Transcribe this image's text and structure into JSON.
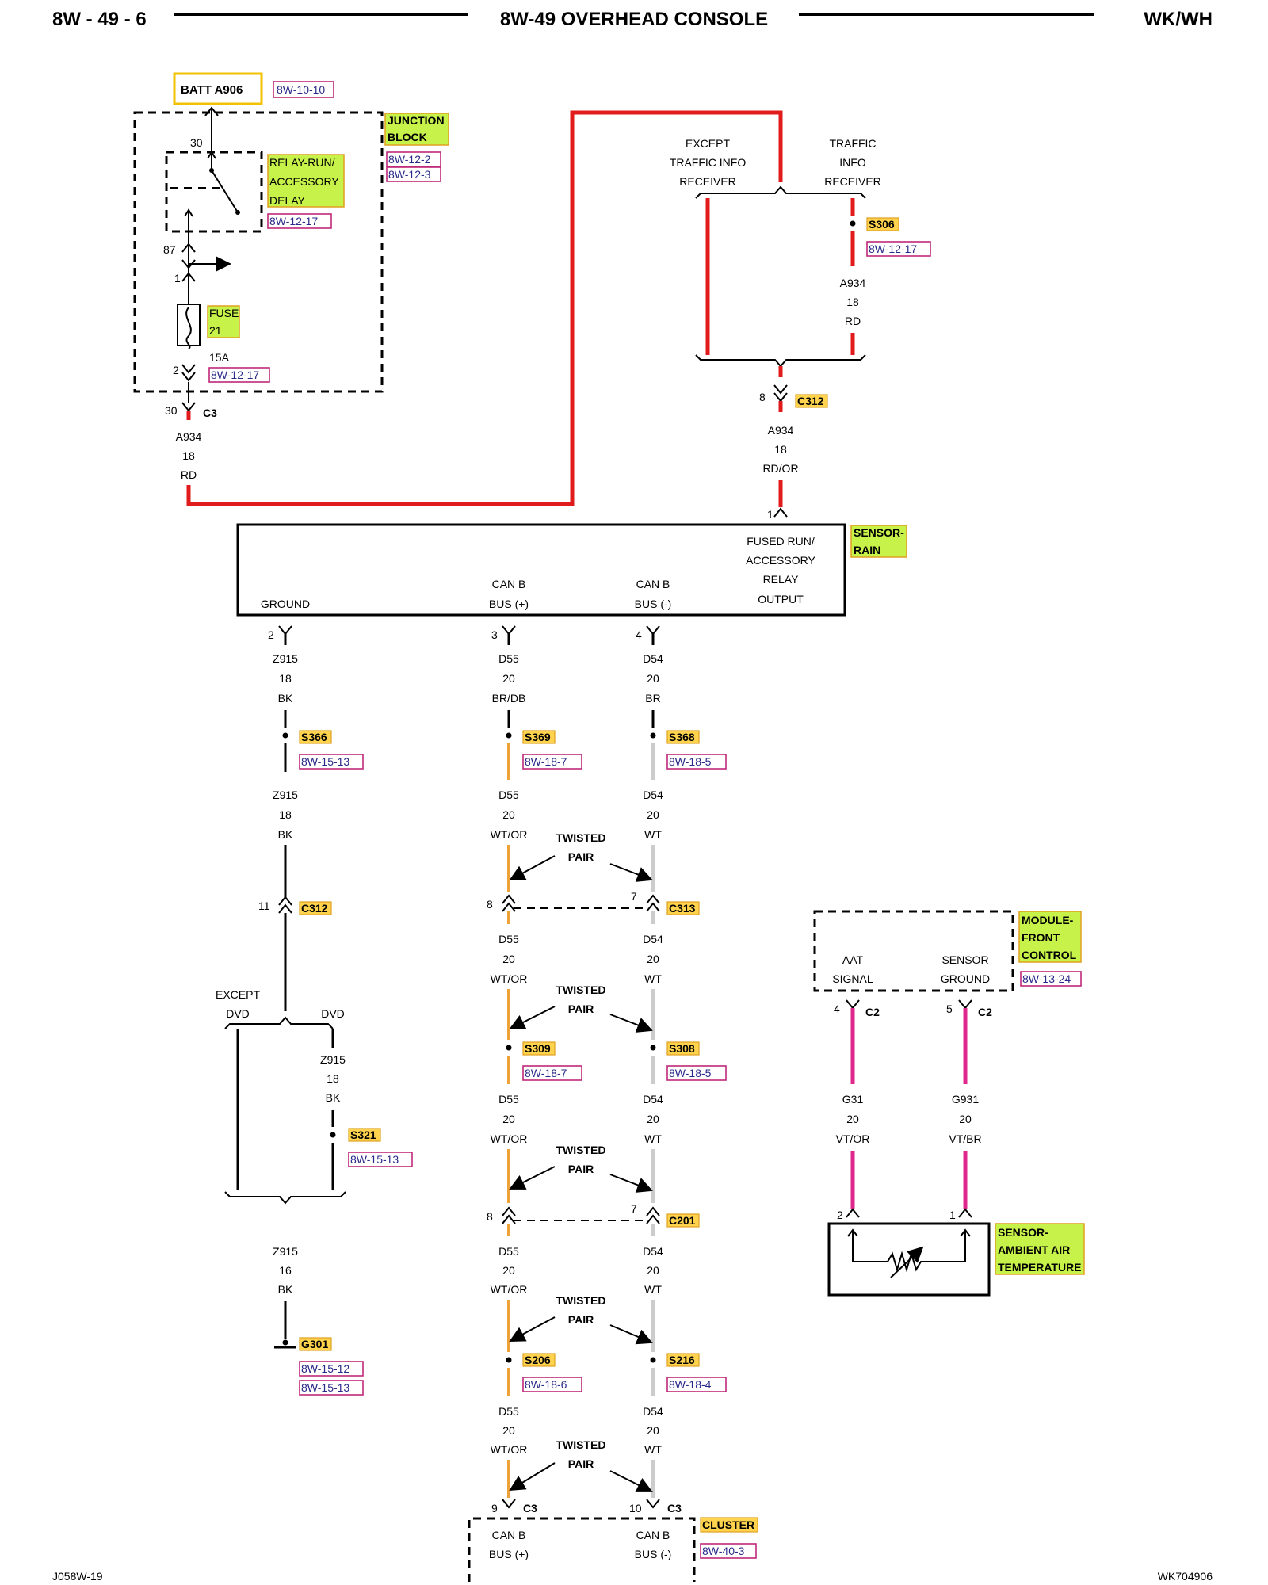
{
  "header": {
    "page_code": "8W - 49 - 6",
    "title": "8W-49 OVERHEAD CONSOLE",
    "model": "WK/WH"
  },
  "footer": {
    "left_code": "J058W-19",
    "right_code": "WK704906"
  },
  "batt": {
    "label": "BATT A906",
    "ref": "8W-10-10"
  },
  "junction_block": {
    "label_line1": "JUNCTION",
    "label_line2": "BLOCK",
    "ref1": "8W-12-2",
    "ref2": "8W-12-3",
    "relay_line1": "RELAY-RUN/",
    "relay_line2": "ACCESSORY",
    "relay_line3": "DELAY",
    "relay_ref": "8W-12-17",
    "pin_30": "30",
    "pin_87": "87",
    "pin_1": "1",
    "fuse_line1": "FUSE",
    "fuse_line2": "21",
    "fuse_rating": "15A",
    "pin_2": "2",
    "fuse_ref": "8W-12-17"
  },
  "c3_out": {
    "pin": "30",
    "conn": "C3",
    "wire": "A934",
    "gauge": "18",
    "color": "RD"
  },
  "traffic": {
    "except_line1": "EXCEPT",
    "except_line2": "TRAFFIC INFO",
    "except_line3": "RECEIVER",
    "traffic_line1": "TRAFFIC",
    "traffic_line2": "INFO",
    "traffic_line3": "RECEIVER",
    "splice": "S306",
    "splice_ref": "8W-12-17",
    "wire": "A934",
    "gauge": "18",
    "color": "RD"
  },
  "c312_top": {
    "pin": "8",
    "conn": "C312",
    "wire": "A934",
    "gauge": "18",
    "color": "RD/OR",
    "pin_in": "1"
  },
  "sensor_rain": {
    "label_line1": "SENSOR-",
    "label_line2": "RAIN",
    "ground": "GROUND",
    "canb_plus_line1": "CAN B",
    "canb_plus_line2": "BUS (+)",
    "canb_minus_line1": "CAN B",
    "canb_minus_line2": "BUS (-)",
    "fused_line1": "FUSED RUN/",
    "fused_line2": "ACCESSORY",
    "fused_line3": "RELAY",
    "fused_line4": "OUTPUT",
    "pin_ground": "2",
    "pin_plus": "3",
    "pin_minus": "4"
  },
  "ground_branch": {
    "wire1": "Z915",
    "gauge1": "18",
    "color1": "BK",
    "splice": "S366",
    "splice_ref": "8W-15-13",
    "wire2": "Z915",
    "gauge2": "18",
    "color2": "BK",
    "c312_pin": "11",
    "c312_conn": "C312",
    "except_line1": "EXCEPT",
    "except_line2": "DVD",
    "dvd": "DVD",
    "wire3": "Z915",
    "gauge3": "18",
    "color3": "BK",
    "splice2": "S321",
    "splice2_ref": "8W-15-13",
    "wire4": "Z915",
    "gauge4": "16",
    "color4": "BK",
    "ground_pt": "G301",
    "ground_ref1": "8W-15-12",
    "ground_ref2": "8W-15-13"
  },
  "canb": {
    "plus_wire": "D55",
    "plus_gauge": "20",
    "plus_color_top": "BR/DB",
    "plus_color": "WT/OR",
    "minus_wire": "D54",
    "minus_gauge": "20",
    "minus_color_top": "BR",
    "minus_color": "WT",
    "s369": "S369",
    "s369_ref": "8W-18-7",
    "s368": "S368",
    "s368_ref": "8W-18-5",
    "twisted_line1": "TWISTED",
    "twisted_line2": "PAIR",
    "c313_pin_plus": "8",
    "c313_pin_minus": "7",
    "c313": "C313",
    "s309": "S309",
    "s309_ref": "8W-18-7",
    "s308": "S308",
    "s308_ref": "8W-18-5",
    "c201_pin_plus": "8",
    "c201_pin_minus": "7",
    "c201": "C201",
    "s206": "S206",
    "s206_ref": "8W-18-6",
    "s216": "S216",
    "s216_ref": "8W-18-4",
    "c3_pin_plus": "9",
    "c3_pin_minus": "10",
    "c3": "C3"
  },
  "cluster": {
    "label": "CLUSTER",
    "ref": "8W-40-3",
    "plus_line1": "CAN B",
    "plus_line2": "BUS (+)",
    "minus_line1": "CAN B",
    "minus_line2": "BUS (-)"
  },
  "module_front": {
    "label_line1": "MODULE-",
    "label_line2": "FRONT",
    "label_line3": "CONTROL",
    "ref": "8W-13-24",
    "aat_line1": "AAT",
    "aat_line2": "SIGNAL",
    "sg_line1": "SENSOR",
    "sg_line2": "GROUND",
    "pin_aat": "4",
    "pin_sg": "5",
    "conn": "C2",
    "wire_aat": "G31",
    "gauge_aat": "20",
    "color_aat": "VT/OR",
    "wire_sg": "G931",
    "gauge_sg": "20",
    "color_sg": "VT/BR"
  },
  "sensor_ambient": {
    "label_line1": "SENSOR-",
    "label_line2": "AMBIENT AIR",
    "label_line3": "TEMPERATURE",
    "pin_aat": "2",
    "pin_sg": "1"
  },
  "colors": {
    "red_wire": "#e11b1b",
    "orange_wire": "#f0a23a",
    "gray_wire": "#cccccc",
    "pink_wire": "#e0288c",
    "highlight_green": "#c6f24a",
    "highlight_orange": "#ffd34d"
  }
}
